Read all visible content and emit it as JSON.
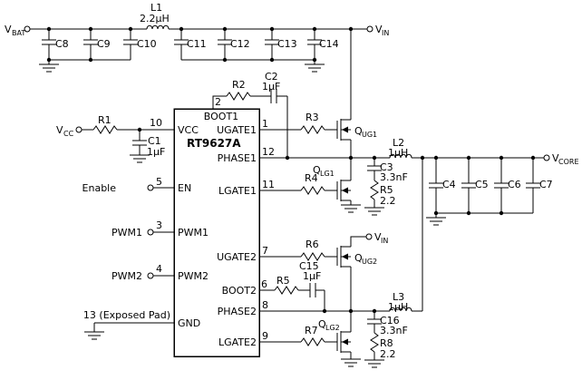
{
  "schematic": {
    "ic": {
      "name": "RT9627A",
      "top_pin": {
        "num": "2",
        "label": "BOOT1"
      },
      "left_pins": [
        {
          "num": "10",
          "label": "VCC"
        },
        {
          "num": "5",
          "label": "EN"
        },
        {
          "num": "3",
          "label": "PWM1"
        },
        {
          "num": "4",
          "label": "PWM2"
        },
        {
          "num": "13 (Exposed Pad)",
          "label": "GND"
        }
      ],
      "right_pins": [
        {
          "num": "1",
          "label": "UGATE1"
        },
        {
          "num": "12",
          "label": "PHASE1"
        },
        {
          "num": "11",
          "label": "LGATE1"
        },
        {
          "num": "7",
          "label": "UGATE2"
        },
        {
          "num": "6",
          "label": "BOOT2"
        },
        {
          "num": "8",
          "label": "PHASE2"
        },
        {
          "num": "9",
          "label": "LGATE2"
        }
      ]
    },
    "terminals": {
      "vbat": {
        "base": "V",
        "sub": "BAT"
      },
      "vin_top": {
        "base": "V",
        "sub": "IN"
      },
      "vin_mid": {
        "base": "V",
        "sub": "IN"
      },
      "vcore": {
        "base": "V",
        "sub": "CORE"
      },
      "vcc": {
        "base": "V",
        "sub": "CC"
      },
      "enable": "Enable",
      "pwm1": "PWM1",
      "pwm2": "PWM2"
    },
    "inductors": {
      "l1": {
        "ref": "L1",
        "value": "2.2µH"
      },
      "l2": {
        "ref": "L2",
        "value": "1µH"
      },
      "l3": {
        "ref": "L3",
        "value": "1µH"
      }
    },
    "top_caps": [
      "C8",
      "C9",
      "C10",
      "C11",
      "C12",
      "C13",
      "C14"
    ],
    "out_caps": [
      "C4",
      "C5",
      "C6",
      "C7"
    ],
    "resistors": {
      "r1": "R1",
      "r2": "R2",
      "r3": "R3",
      "r4": "R4",
      "r5_boot": "R5",
      "r6": "R6",
      "r7": "R7"
    },
    "caps": {
      "c1": {
        "ref": "C1",
        "value": "1µF"
      },
      "c2": {
        "ref": "C2",
        "value": "1µF"
      },
      "c15": {
        "ref": "C15",
        "value": "1µF"
      }
    },
    "snubbers": {
      "c3": {
        "ref": "C3",
        "value": "3.3nF"
      },
      "r5": {
        "ref": "R5",
        "value": "2.2"
      },
      "c16": {
        "ref": "C16",
        "value": "3.3nF"
      },
      "r8": {
        "ref": "R8",
        "value": "2.2"
      }
    },
    "mosfets": {
      "qug1": {
        "base": "Q",
        "sub": "UG1"
      },
      "qlg1": {
        "base": "Q",
        "sub": "LG1"
      },
      "qug2": {
        "base": "Q",
        "sub": "UG2"
      },
      "qlg2": {
        "base": "Q",
        "sub": "LG2"
      }
    }
  }
}
